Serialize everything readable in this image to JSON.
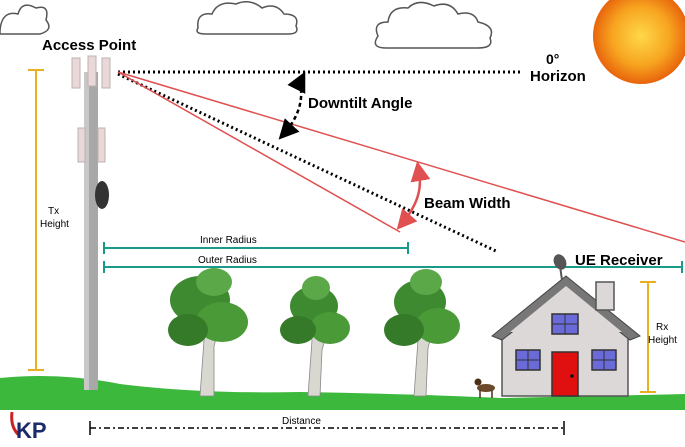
{
  "labels": {
    "access_point": "Access Point",
    "horizon_deg": "0°",
    "horizon": "Horizon",
    "downtilt": "Downtilt Angle",
    "beam_width": "Beam Width",
    "tx_height_1": "Tx",
    "tx_height_2": "Height",
    "inner_radius": "Inner Radius",
    "outer_radius": "Outer Radius",
    "ue_receiver": "UE Receiver",
    "rx_height_1": "Rx",
    "rx_height_2": "Height",
    "distance": "Distance",
    "logo": "KP"
  },
  "colors": {
    "beam": "#e05050",
    "radius": "#1a9a8a",
    "height": "#e8b020",
    "ground": "#3cb83c",
    "tower": "#a8a8a8",
    "sun": "#f07a10",
    "house_wall": "#ddd8d8",
    "door": "#e01010",
    "roof": "#777777"
  }
}
